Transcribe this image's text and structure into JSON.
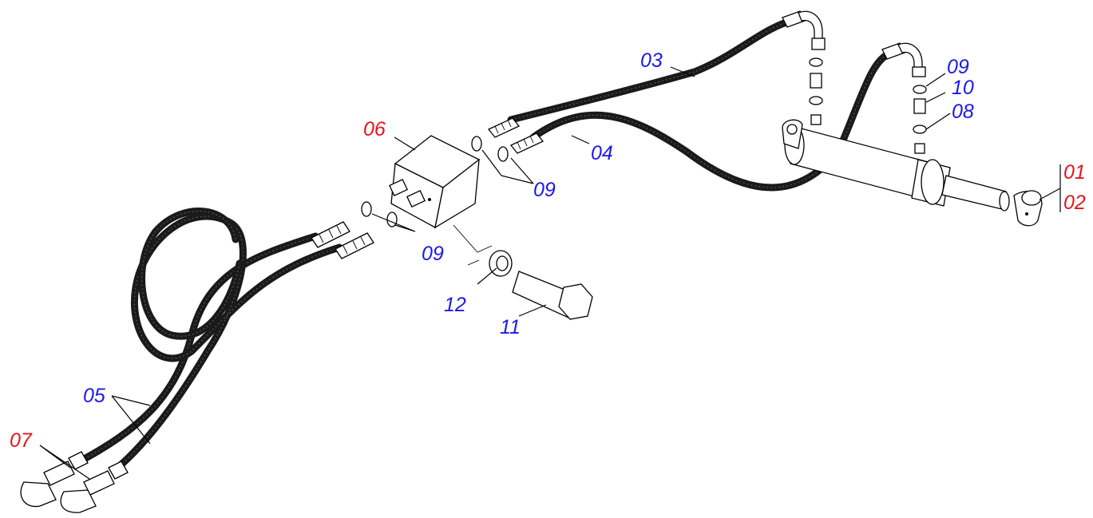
{
  "colors": {
    "red_label": "#e8141e",
    "blue_label": "#1a1ae8",
    "hose": "#1a1a1a"
  },
  "labels": {
    "l01": "01",
    "l02": "02",
    "l03": "03",
    "l04": "04",
    "l05": "05",
    "l06": "06",
    "l07": "07",
    "l08": "08",
    "l09a": "09",
    "l09b": "09",
    "l09c": "09",
    "l10": "10",
    "l11": "11",
    "l12": "12"
  }
}
